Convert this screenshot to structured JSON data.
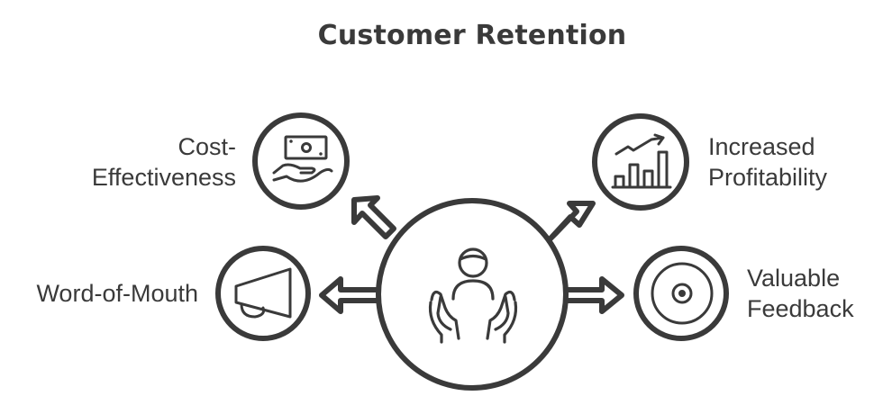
{
  "title": "Customer Retention",
  "center": {
    "icon": "person-held-by-hands-icon"
  },
  "benefits": [
    {
      "key": "cost",
      "line1": "Cost-",
      "line2": "Effectiveness",
      "icon": "money-in-hand-icon"
    },
    {
      "key": "profit",
      "line1": "Increased",
      "line2": "Profitability",
      "icon": "growth-bar-chart-icon"
    },
    {
      "key": "wom",
      "line1": "Word-of-Mouth",
      "line2": "",
      "icon": "megaphone-icon"
    },
    {
      "key": "feedback",
      "line1": "Valuable",
      "line2": "Feedback",
      "icon": "target-icon"
    }
  ],
  "colors": {
    "stroke": "#3a3a3a",
    "background": "#ffffff"
  }
}
